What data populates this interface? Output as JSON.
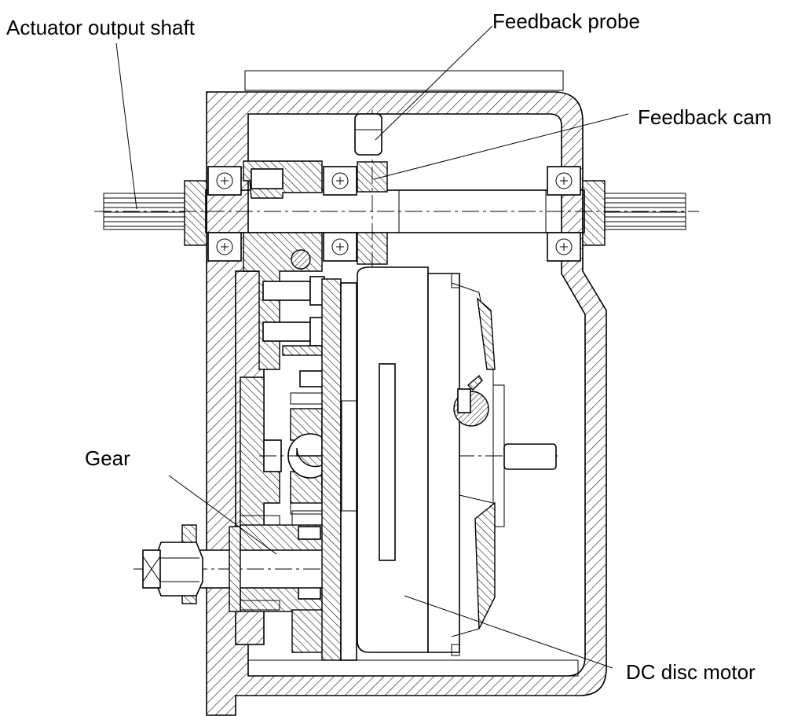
{
  "labels": {
    "actuator_output_shaft": "Actuator output shaft",
    "feedback_probe": "Feedback probe",
    "feedback_cam": "Feedback cam",
    "gear": "Gear",
    "dc_disc_motor": "DC disc motor"
  },
  "colors": {
    "line": "#000000",
    "background": "#ffffff"
  }
}
